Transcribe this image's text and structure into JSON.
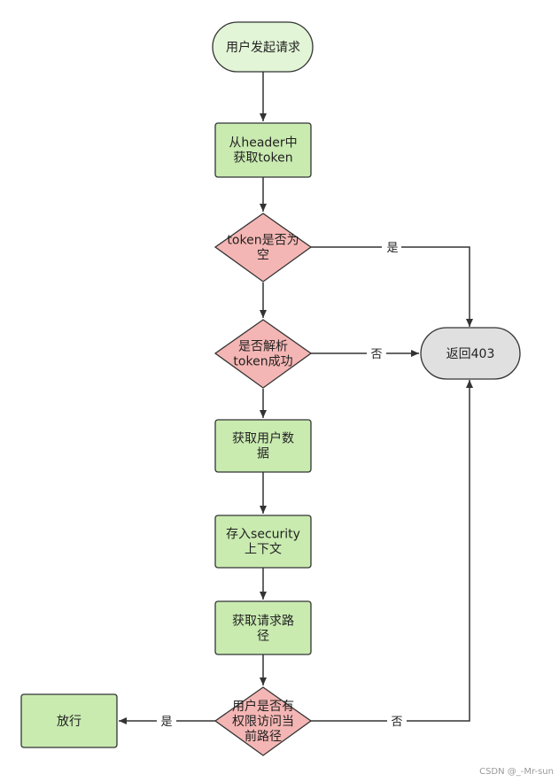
{
  "nodes": {
    "start": {
      "lines": [
        "用户发起请求"
      ],
      "color": "#e2f5d6"
    },
    "get_token": {
      "lines": [
        "从header中",
        "获取token"
      ],
      "color": "#c9ebb0"
    },
    "token_empty": {
      "lines": [
        "token是否为",
        "空"
      ],
      "color": "#f4b6b4"
    },
    "parse_ok": {
      "lines": [
        "是否解析",
        "token成功"
      ],
      "color": "#f4b6b4"
    },
    "get_user": {
      "lines": [
        "获取用户数",
        "据"
      ],
      "color": "#c9ebb0"
    },
    "store_ctx": {
      "lines": [
        "存入security",
        "上下文"
      ],
      "color": "#c9ebb0"
    },
    "get_path": {
      "lines": [
        "获取请求路",
        "径"
      ],
      "color": "#c9ebb0"
    },
    "has_perm": {
      "lines": [
        "用户是否有",
        "权限访问当",
        "前路径"
      ],
      "color": "#f4b6b4"
    },
    "return_403": {
      "lines": [
        "返回403"
      ],
      "color": "#e0e0e0"
    },
    "allow": {
      "lines": [
        "放行"
      ],
      "color": "#c9ebb0"
    }
  },
  "edges": {
    "token_empty_yes": "是",
    "parse_no": "否",
    "perm_yes": "是",
    "perm_no": "否"
  },
  "watermark": "CSDN @_-Mr-sun"
}
